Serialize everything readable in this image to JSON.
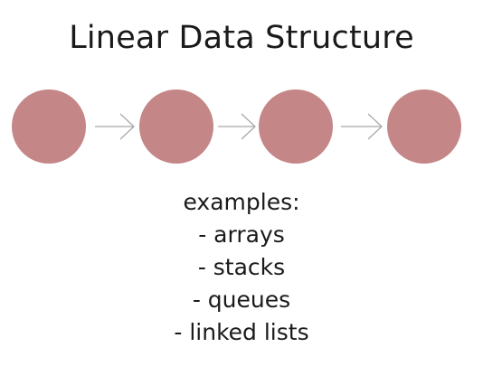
{
  "title": "Linear Data Structure",
  "node_color": "#c48686",
  "arrow_color": "#a9a9a9",
  "node_count": 4,
  "examples": {
    "heading": "examples:",
    "items": [
      "- arrays",
      "- stacks",
      "- queues",
      "- linked lists"
    ]
  }
}
